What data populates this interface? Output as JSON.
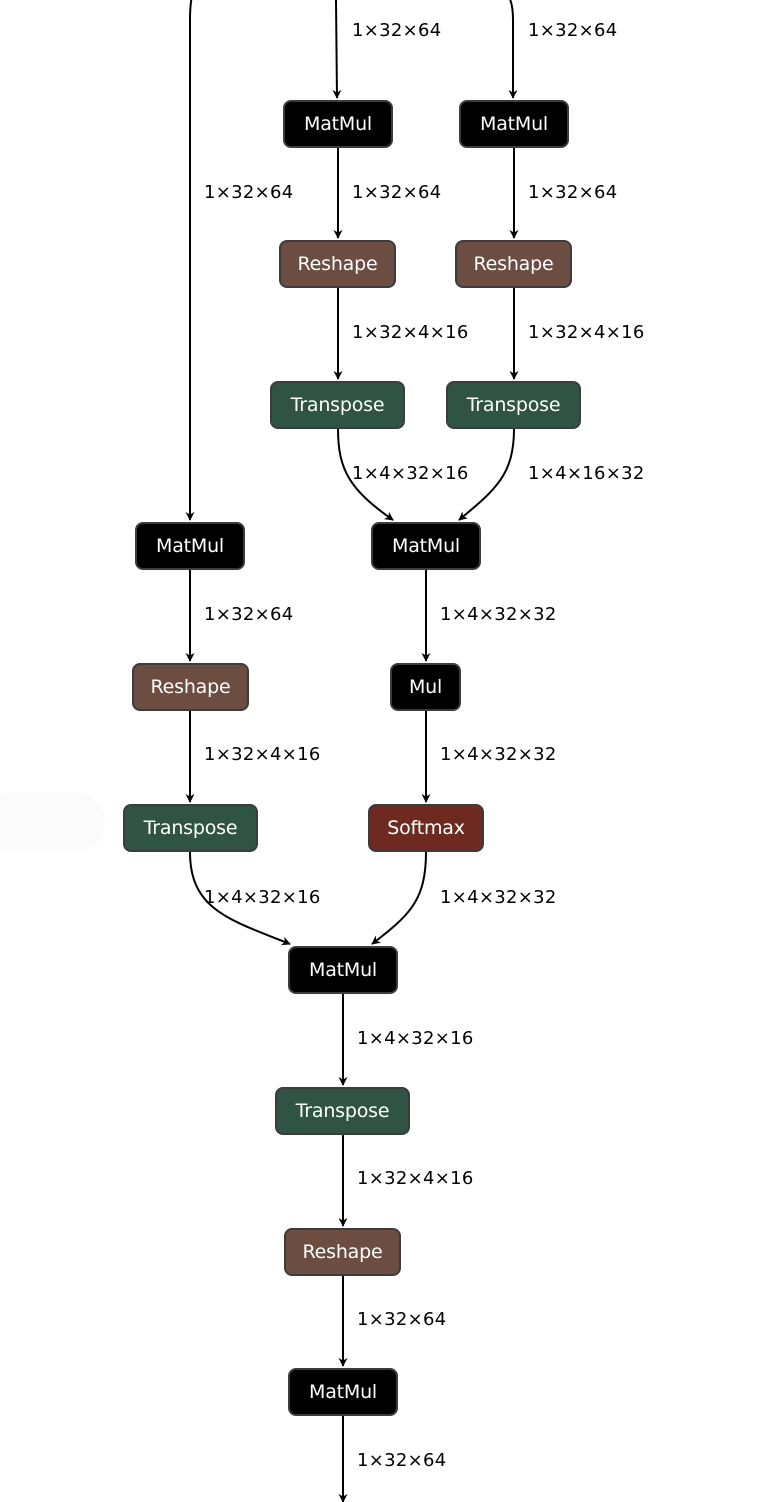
{
  "colors": {
    "MatMul": "#000000",
    "Mul": "#000000",
    "Reshape": "#6d4c41",
    "Transpose": "#2f5443",
    "Softmax": "#6e2a20",
    "edge": "#000000"
  },
  "nodes": [
    {
      "id": "matmul_k",
      "op": "MatMul"
    },
    {
      "id": "matmul_q",
      "op": "MatMul"
    },
    {
      "id": "reshape_k",
      "op": "Reshape"
    },
    {
      "id": "reshape_q",
      "op": "Reshape"
    },
    {
      "id": "transpose_k",
      "op": "Transpose"
    },
    {
      "id": "transpose_q",
      "op": "Transpose"
    },
    {
      "id": "matmul_v",
      "op": "MatMul"
    },
    {
      "id": "matmul_qk",
      "op": "MatMul"
    },
    {
      "id": "reshape_v",
      "op": "Reshape"
    },
    {
      "id": "mul_scale",
      "op": "Mul"
    },
    {
      "id": "transpose_v",
      "op": "Transpose"
    },
    {
      "id": "softmax",
      "op": "Softmax"
    },
    {
      "id": "matmul_attn",
      "op": "MatMul"
    },
    {
      "id": "transpose_out",
      "op": "Transpose"
    },
    {
      "id": "reshape_out",
      "op": "Reshape"
    },
    {
      "id": "matmul_out",
      "op": "MatMul"
    }
  ],
  "edges": [
    {
      "id": "in_k",
      "from": "input",
      "to": "matmul_k",
      "shape": "1×32×64"
    },
    {
      "id": "in_q",
      "from": "input",
      "to": "matmul_q",
      "shape": "1×32×64"
    },
    {
      "id": "in_v",
      "from": "input",
      "to": "matmul_v",
      "shape": "1×32×64"
    },
    {
      "id": "k_mm_rs",
      "from": "matmul_k",
      "to": "reshape_k",
      "shape": "1×32×64"
    },
    {
      "id": "q_mm_rs",
      "from": "matmul_q",
      "to": "reshape_q",
      "shape": "1×32×64"
    },
    {
      "id": "k_rs_tr",
      "from": "reshape_k",
      "to": "transpose_k",
      "shape": "1×32×4×16"
    },
    {
      "id": "q_rs_tr",
      "from": "reshape_q",
      "to": "transpose_q",
      "shape": "1×32×4×16"
    },
    {
      "id": "k_tr_qk",
      "from": "transpose_k",
      "to": "matmul_qk",
      "shape": "1×4×32×16"
    },
    {
      "id": "q_tr_qk",
      "from": "transpose_q",
      "to": "matmul_qk",
      "shape": "1×4×16×32"
    },
    {
      "id": "v_mm_rs",
      "from": "matmul_v",
      "to": "reshape_v",
      "shape": "1×32×64"
    },
    {
      "id": "qk_mul",
      "from": "matmul_qk",
      "to": "mul_scale",
      "shape": "1×4×32×32"
    },
    {
      "id": "v_rs_tr",
      "from": "reshape_v",
      "to": "transpose_v",
      "shape": "1×32×4×16"
    },
    {
      "id": "mul_sm",
      "from": "mul_scale",
      "to": "softmax",
      "shape": "1×4×32×32"
    },
    {
      "id": "v_tr_attn",
      "from": "transpose_v",
      "to": "matmul_attn",
      "shape": "1×4×32×16"
    },
    {
      "id": "sm_attn",
      "from": "softmax",
      "to": "matmul_attn",
      "shape": "1×4×32×32"
    },
    {
      "id": "attn_tr",
      "from": "matmul_attn",
      "to": "transpose_out",
      "shape": "1×4×32×16"
    },
    {
      "id": "tr_rs",
      "from": "transpose_out",
      "to": "reshape_out",
      "shape": "1×32×4×16"
    },
    {
      "id": "rs_mm",
      "from": "reshape_out",
      "to": "matmul_out",
      "shape": "1×32×64"
    },
    {
      "id": "mm_out",
      "from": "matmul_out",
      "to": "output",
      "shape": "1×32×64"
    }
  ]
}
